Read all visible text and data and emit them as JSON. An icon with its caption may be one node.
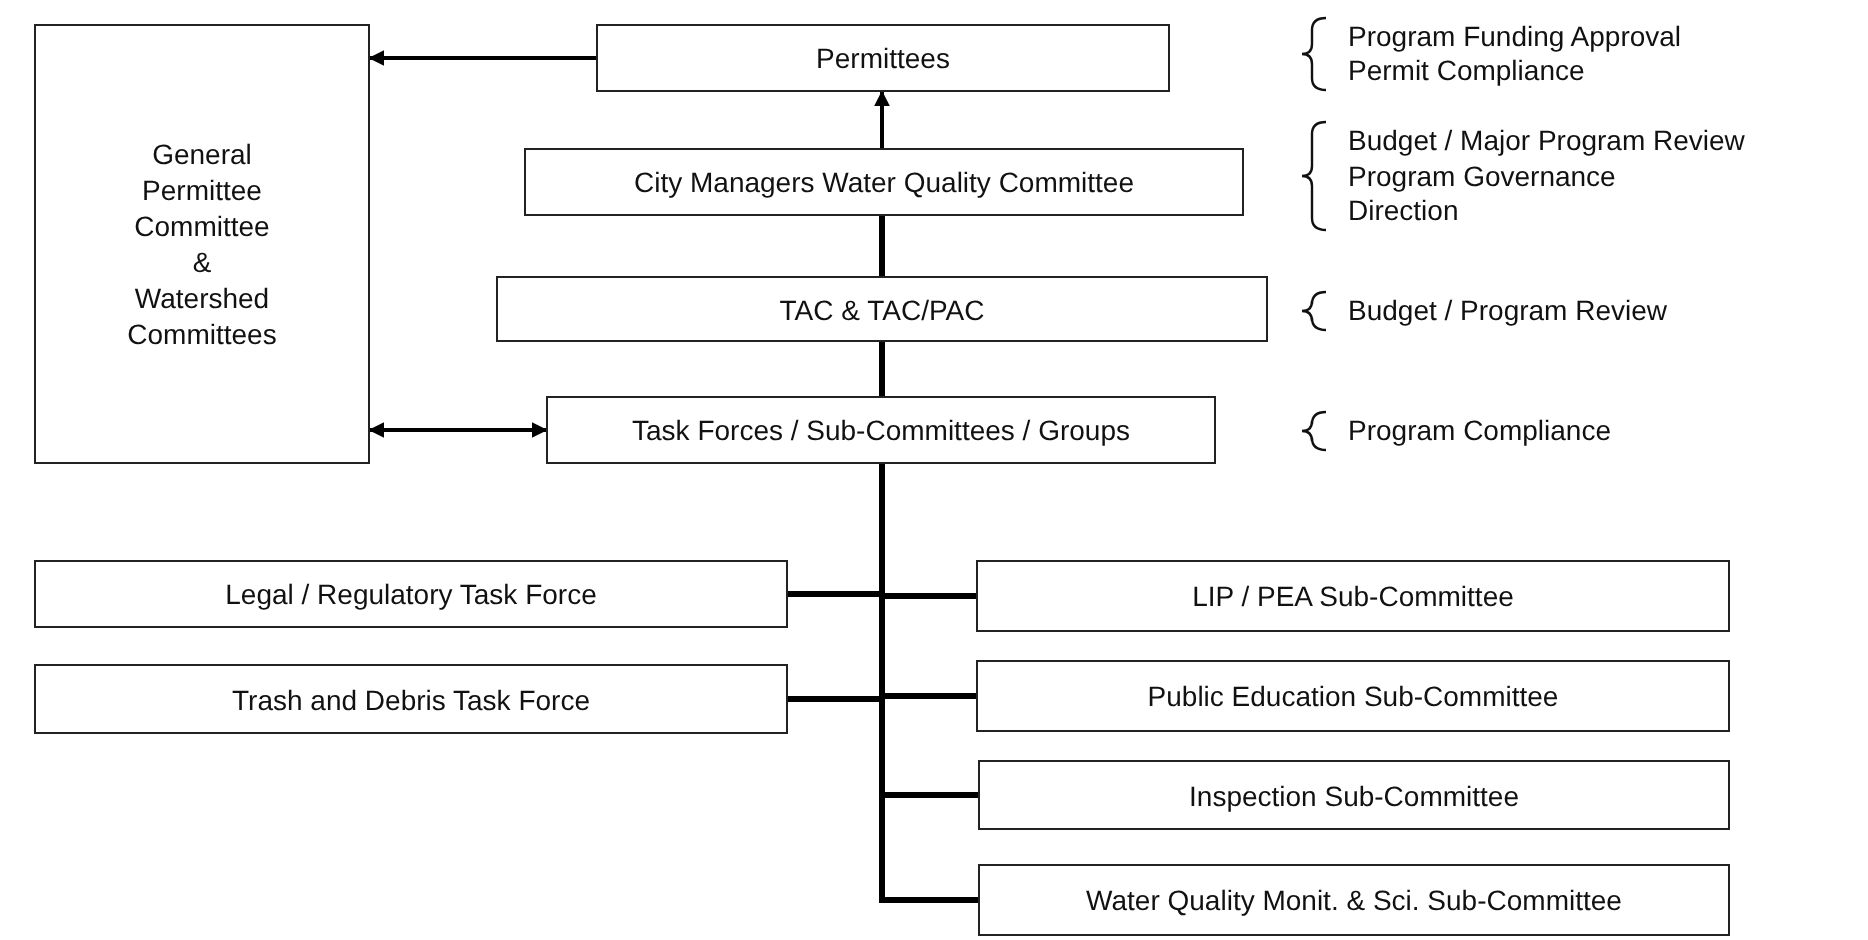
{
  "diagram": {
    "nodes": [
      {
        "text": [
          "General Permittee Committee & Watershed Committees"
        ]
      },
      {
        "text": [
          "Permittees"
        ]
      },
      {
        "text": [
          "City Managers Water Quality Committee"
        ]
      },
      {
        "text": [
          "TAC & TAC/PAC"
        ]
      },
      {
        "text": [
          "Task Forces / Sub-Committees / Groups"
        ]
      },
      {
        "text": [
          "Legal / Regulatory Task Force"
        ]
      },
      {
        "text": [
          "Trash and Debris Task Force"
        ]
      },
      {
        "text": [
          "LIP / PEA Sub-Committee"
        ]
      },
      {
        "text": [
          "Public Education Sub-Committee"
        ]
      },
      {
        "text": [
          "Inspection Sub-Committee"
        ]
      },
      {
        "text": [
          "Water Quality Monit. & Sci. Sub-Committee"
        ]
      }
    ],
    "edges": [
      {
        "from": 1,
        "to": 0,
        "arrow": "to"
      },
      {
        "from": 2,
        "to": 1,
        "arrow": "to"
      },
      {
        "from": 3,
        "to": 2,
        "arrow": "none"
      },
      {
        "from": 4,
        "to": 3,
        "arrow": "none"
      },
      {
        "from": 4,
        "to": 0,
        "arrow": "both"
      },
      {
        "from": 4,
        "to": 5,
        "arrow": "none"
      },
      {
        "from": 4,
        "to": 6,
        "arrow": "none"
      },
      {
        "from": 4,
        "to": 7,
        "arrow": "none"
      },
      {
        "from": 4,
        "to": 8,
        "arrow": "none"
      },
      {
        "from": 4,
        "to": 9,
        "arrow": "none"
      },
      {
        "from": 4,
        "to": 10,
        "arrow": "none"
      }
    ],
    "labels": [
      "Program Funding Approval",
      "Permit Compliance",
      "Budget / Major Program Review",
      "Program Governance",
      "Direction",
      "Budget / Program Review",
      "Program Compliance"
    ]
  }
}
